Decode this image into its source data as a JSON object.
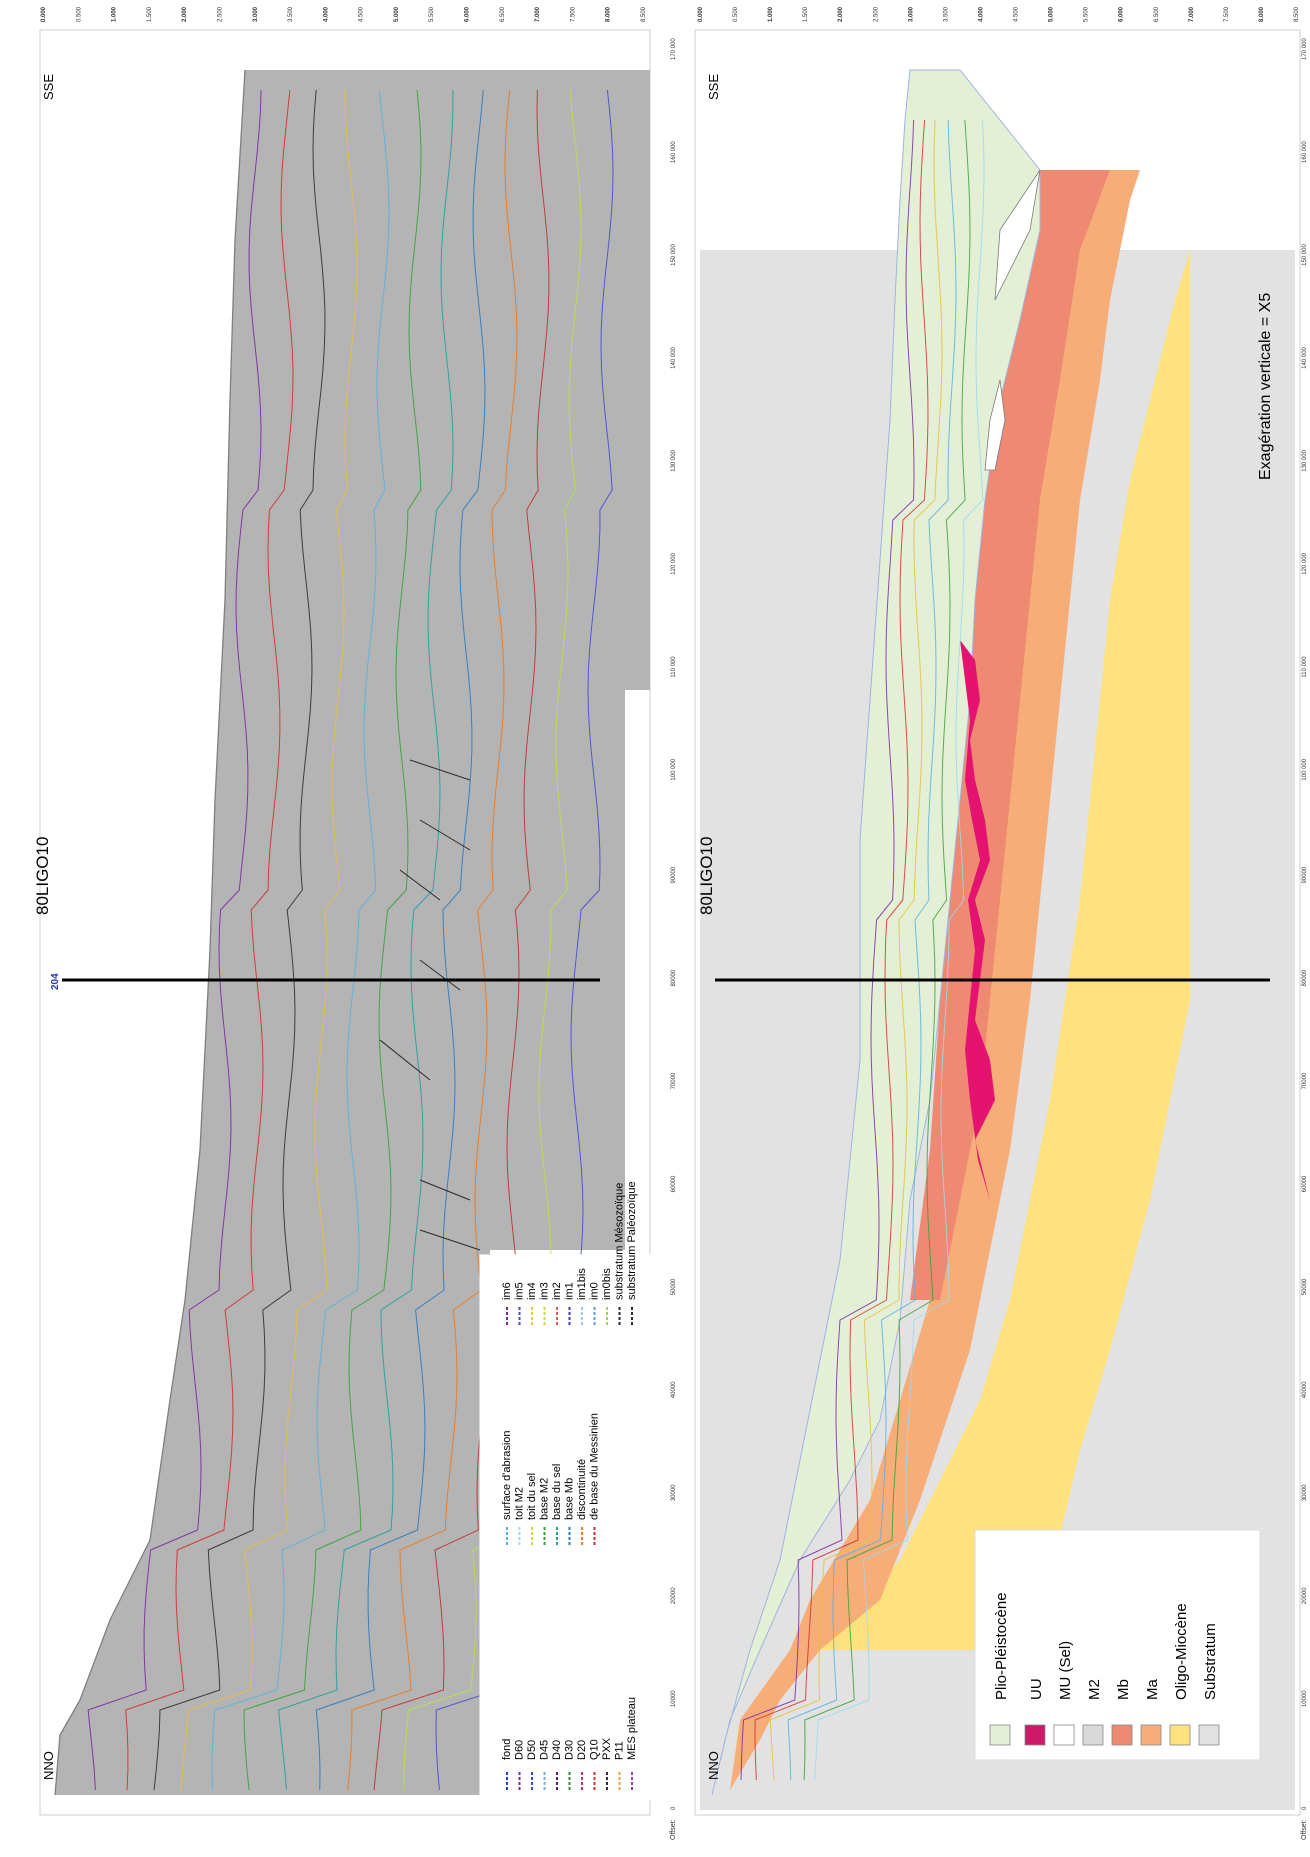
{
  "offset_label": "Offset:",
  "twt_ticks": [
    "0.000",
    "0.500",
    "1.000",
    "1.500",
    "2.000",
    "2.500",
    "3.000",
    "3.500",
    "4.000",
    "4.500",
    "5.000",
    "5.500",
    "6.000",
    "6.500",
    "7.000",
    "7.500",
    "8.000",
    "8.500"
  ],
  "offset_ticks_top": [
    "0",
    "10000",
    "20000",
    "30000",
    "40000",
    "50000",
    "60000",
    "70000",
    "80000",
    "90000",
    "100 000",
    "110 000",
    "120 000",
    "130 000",
    "140 000",
    "150 000",
    "160 000",
    "170 000"
  ],
  "offset_ticks_bottom": [
    "0",
    "10000",
    "20000",
    "30000",
    "40000",
    "50000",
    "60000",
    "70000",
    "80000",
    "90000",
    "100 000",
    "110 000",
    "120 000",
    "130 000",
    "140 000",
    "150 000",
    "160 000",
    "170 000"
  ],
  "top_panel": {
    "end_left": "NNO",
    "end_right": "SSE",
    "well_name": "80LIGO10",
    "well_marker": "204",
    "legend": {
      "col1": [
        {
          "label": "fond",
          "color": "#1f3fd1"
        },
        {
          "label": "D60",
          "color": "#7a2aa0"
        },
        {
          "label": "D50",
          "color": "#2f4fd6"
        },
        {
          "label": "D45",
          "color": "#7aa9dc"
        },
        {
          "label": "D40",
          "color": "#4b1e8a"
        },
        {
          "label": "D30",
          "color": "#3a8a3a"
        },
        {
          "label": "D20",
          "color": "#b3308a"
        },
        {
          "label": "Q10",
          "color": "#d33030"
        },
        {
          "label": "PXX",
          "color": "#2f2f2f"
        },
        {
          "label": "P11",
          "color": "#e8a040"
        },
        {
          "label": "MES plateau",
          "color": "#9a3ab0"
        }
      ],
      "col2": [
        {
          "label": "surface d'abrasion",
          "color": "#5ab0e0"
        },
        {
          "label": "toit M2",
          "color": "#9fd8f0"
        },
        {
          "label": "toit du sel",
          "color": "#d8d23a"
        },
        {
          "label": "base M2",
          "color": "#3aa03a"
        },
        {
          "label": "base du sel",
          "color": "#1fa0a0"
        },
        {
          "label": "base Mb",
          "color": "#2a7ac0"
        },
        {
          "label": "discontinuité",
          "color": "#e87a20"
        },
        {
          "label": "de base du Messinien",
          "color": "#c03030"
        }
      ],
      "col3": [
        {
          "label": "im6",
          "color": "#7a2aa0"
        },
        {
          "label": "im5",
          "color": "#4a4ad0"
        },
        {
          "label": "im4",
          "color": "#d8d23a"
        },
        {
          "label": "im3",
          "color": "#b8e04a"
        },
        {
          "label": "im2",
          "color": "#e05a5a"
        },
        {
          "label": "im1",
          "color": "#3a3ad0"
        },
        {
          "label": "im1bis",
          "color": "#a0c8f0"
        },
        {
          "label": "im0",
          "color": "#5aa0d0"
        },
        {
          "label": "im0bis",
          "color": "#a0d050"
        },
        {
          "label": "substratum Mésozoïque",
          "color": "#2a2a2a"
        },
        {
          "label": "substratum Paléozoïque",
          "color": "#2a2a2a"
        }
      ]
    }
  },
  "bottom_panel": {
    "end_left": "NNO",
    "end_right": "SSE",
    "well_name": "80LIGO10",
    "exaggeration": "Exagération verticale = X5",
    "legend": [
      {
        "label": "Plio-Pléistocène",
        "color": "#e3f0d6"
      },
      {
        "label": "UU",
        "color": "#cc1a6b"
      },
      {
        "label": "MU (Sel)",
        "color": "#ffffff"
      },
      {
        "label": "M2",
        "color": "#d9d9d9"
      },
      {
        "label": "Mb",
        "color": "#ee8a72"
      },
      {
        "label": "Ma",
        "color": "#f6ad78"
      },
      {
        "label": "Oligo-Miocène",
        "color": "#fde27d"
      },
      {
        "label": "Substratum",
        "color": "#e2e2e2"
      }
    ]
  },
  "colors": {
    "seismic_gray": "#b4b4b4",
    "plio": "#e3f0d6",
    "substratum": "#e2e2e2",
    "mb": "#ee8a72",
    "ma": "#f6ad78",
    "oligo": "#fde27d",
    "uu": "#e3136f"
  }
}
